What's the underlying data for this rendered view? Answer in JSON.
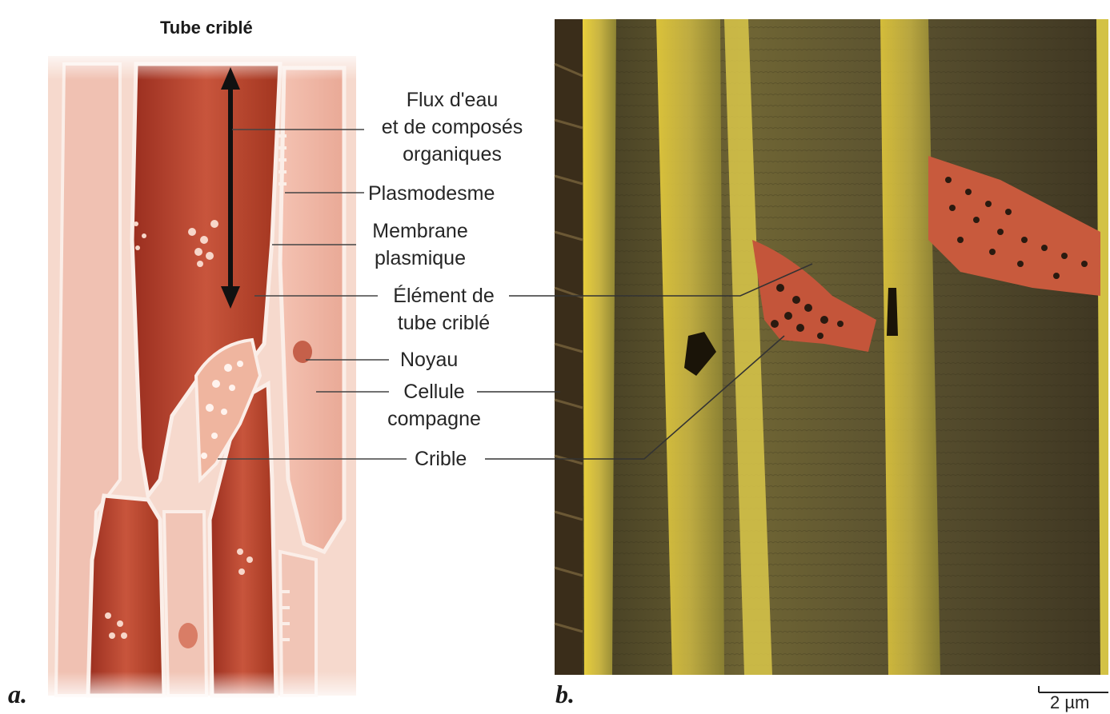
{
  "title": "Tube criblé",
  "panels": {
    "a": "a.",
    "b": "b."
  },
  "labels": {
    "flux_line1": "Flux d'eau",
    "flux_line2": "et de composés",
    "flux_line3": "organiques",
    "plasmodesme": "Plasmodesme",
    "membrane_line1": "Membrane",
    "membrane_line2": "plasmique",
    "element_line1": "Élément de",
    "element_line2": "tube criblé",
    "noyau": "Noyau",
    "cellule_line1": "Cellule",
    "cellule_line2": "compagne",
    "crible": "Crible"
  },
  "scale_bar": "2 µm",
  "colors": {
    "cell_wall": "#f3d3c6",
    "sieve_tube": "#b8412c",
    "companion_cell": "#eeb8a8",
    "micrograph_yellow": "#c9b646",
    "micrograph_dark": "#4a4026",
    "sieve_plate": "#c4553a"
  }
}
